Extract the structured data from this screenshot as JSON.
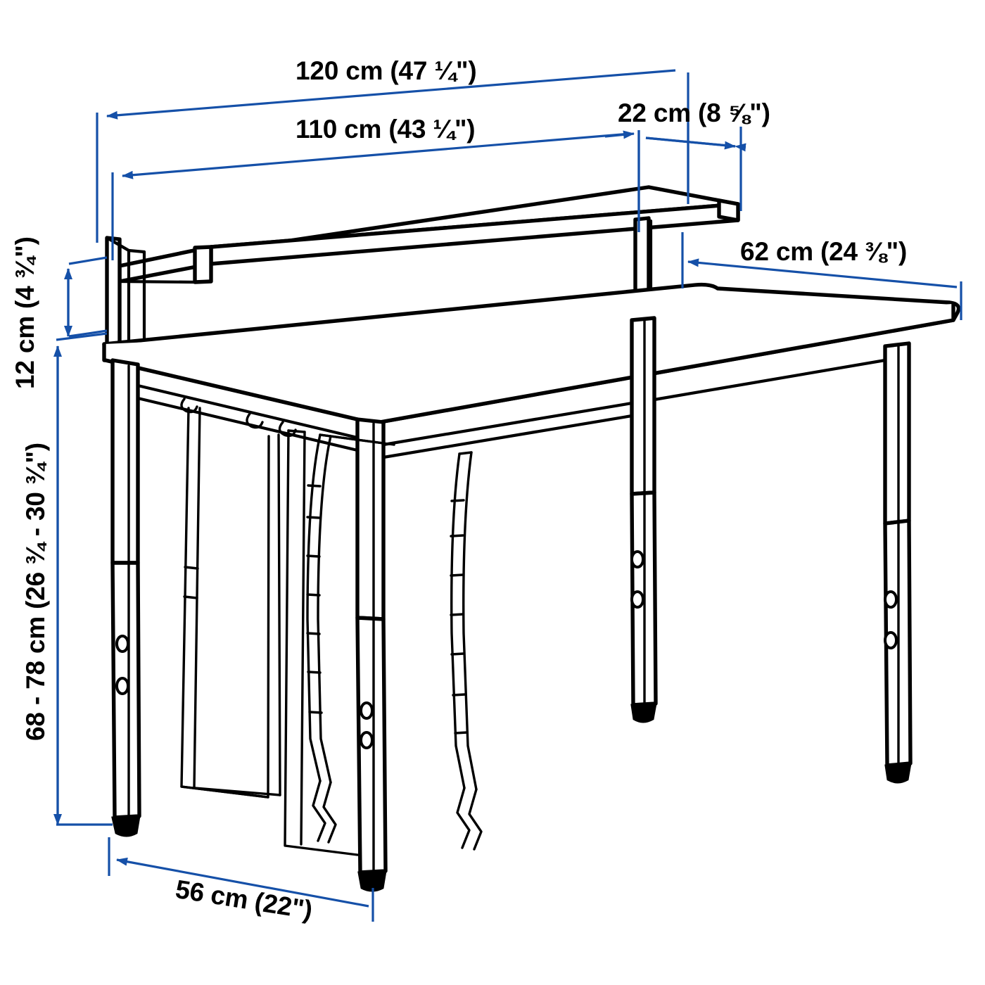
{
  "drawing": {
    "title": "Adjustable desk with shelf dimension drawing",
    "type": "technical-dimension-illustration",
    "line_color": "#000000",
    "dimension_color": "#1550a8",
    "background": "#ffffff"
  },
  "dimensions": {
    "shelf_width": {
      "label": "120 cm (47 ¼\")",
      "value_cm": 120,
      "value_in": "47 ¼",
      "describes": "overall top shelf width"
    },
    "desk_width": {
      "label": "110 cm (43 ¼\")",
      "value_cm": 110,
      "value_in": "43 ¼",
      "describes": "desk top width"
    },
    "shelf_overhang": {
      "label": "22 cm (8 ⅝\")",
      "value_cm": 22,
      "value_in": "8 ⅝",
      "describes": "shelf overhang beyond desk"
    },
    "desk_depth": {
      "label": "62 cm (24 ⅜\")",
      "value_cm": 62,
      "value_in": "24 ⅜",
      "describes": "desk top depth"
    },
    "shelf_height": {
      "label": "12 cm (4 ¾\")",
      "value_cm": 12,
      "value_in": "4 ¾",
      "describes": "shelf clearance above desk top"
    },
    "desk_height": {
      "label": "68 - 78 cm (26 ¾ - 30 ¾\")",
      "value_cm_min": 68,
      "value_cm_max": 78,
      "value_in": "26 ¾ - 30 ¾",
      "describes": "adjustable desk height range"
    },
    "leg_depth": {
      "label": "56 cm (22\")",
      "value_cm": 56,
      "value_in": "22",
      "describes": "leg frame depth at floor"
    }
  },
  "parts": {
    "shelf_top": "top-shelf-panel",
    "shelf_leg_left": "shelf-support-left",
    "shelf_leg_right": "shelf-support-right",
    "desk_top": "desk-table-top",
    "leg_front_left": "desk-leg-front-left",
    "leg_front_right": "desk-leg-front-right",
    "leg_back_left": "desk-leg-back-left",
    "leg_back_right": "desk-leg-back-right",
    "cable_straps": "cable-management-straps",
    "cable_hooks": "cable-management-hooks",
    "leg_adjust_holes": "leg-height-adjustment-holes",
    "feet": "adjustable-floor-feet"
  }
}
